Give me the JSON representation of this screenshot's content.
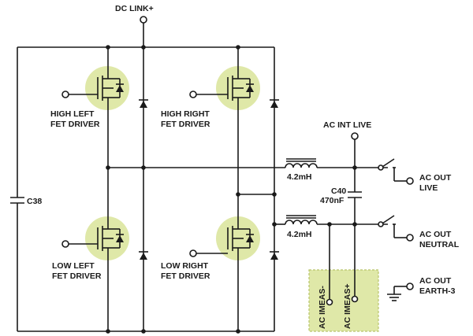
{
  "labels": {
    "dc_link": "DC LINK+",
    "high_left_1": "HIGH LEFT",
    "high_left_2": "FET DRIVER",
    "high_right_1": "HIGH RIGHT",
    "high_right_2": "FET DRIVER",
    "low_left_1": "LOW LEFT",
    "low_left_2": "FET DRIVER",
    "low_right_1": "LOW RIGHT",
    "low_right_2": "FET DRIVER",
    "c38": "C38",
    "inductor_top": "4.2mH",
    "inductor_bottom": "4.2mH",
    "c40": "C40",
    "c40_value": "470nF",
    "ac_int_live": "AC INT LIVE",
    "ac_out_live_1": "AC OUT",
    "ac_out_live_2": "LIVE",
    "ac_out_neutral_1": "AC OUT",
    "ac_out_neutral_2": "NEUTRAL",
    "ac_out_earth_1": "AC OUT",
    "ac_out_earth_2": "EARTH-3",
    "ac_imeas_minus": "AC IMEAS-",
    "ac_imeas_plus": "AC IMEAS+"
  },
  "colors": {
    "fet_highlight": "#dfe8a8",
    "meas_box": "#dfe8a8",
    "wire": "#1a1a1a"
  }
}
